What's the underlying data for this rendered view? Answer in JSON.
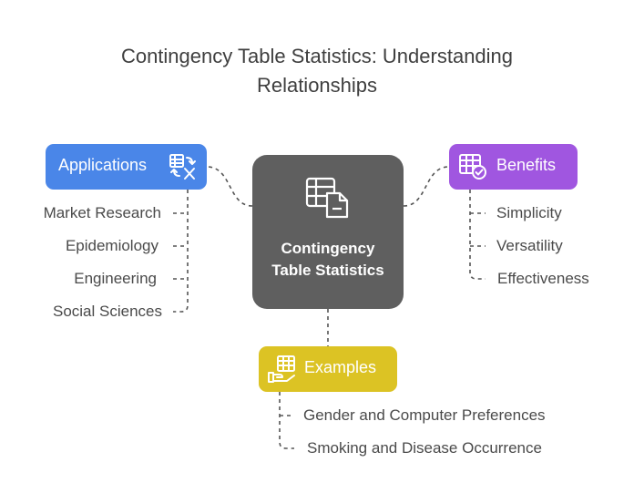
{
  "title": {
    "line1": "Contingency Table Statistics: Understanding",
    "line2": "Relationships"
  },
  "center": {
    "label": "Contingency Table Statistics",
    "icon": "table-document-icon",
    "color": "#5f5f5f"
  },
  "branches": {
    "applications": {
      "label": "Applications",
      "icon": "table-transform-icon",
      "color": "#4a86e8",
      "items": [
        "Market Research",
        "Epidemiology",
        "Engineering",
        "Social Sciences"
      ]
    },
    "benefits": {
      "label": "Benefits",
      "icon": "table-check-icon",
      "color": "#a056e0",
      "items": [
        "Simplicity",
        "Versatility",
        "Effectiveness"
      ]
    },
    "examples": {
      "label": "Examples",
      "icon": "hand-table-icon",
      "color": "#dcc324",
      "items": [
        "Gender and Computer Preferences",
        "Smoking and Disease Occurrence"
      ]
    }
  }
}
